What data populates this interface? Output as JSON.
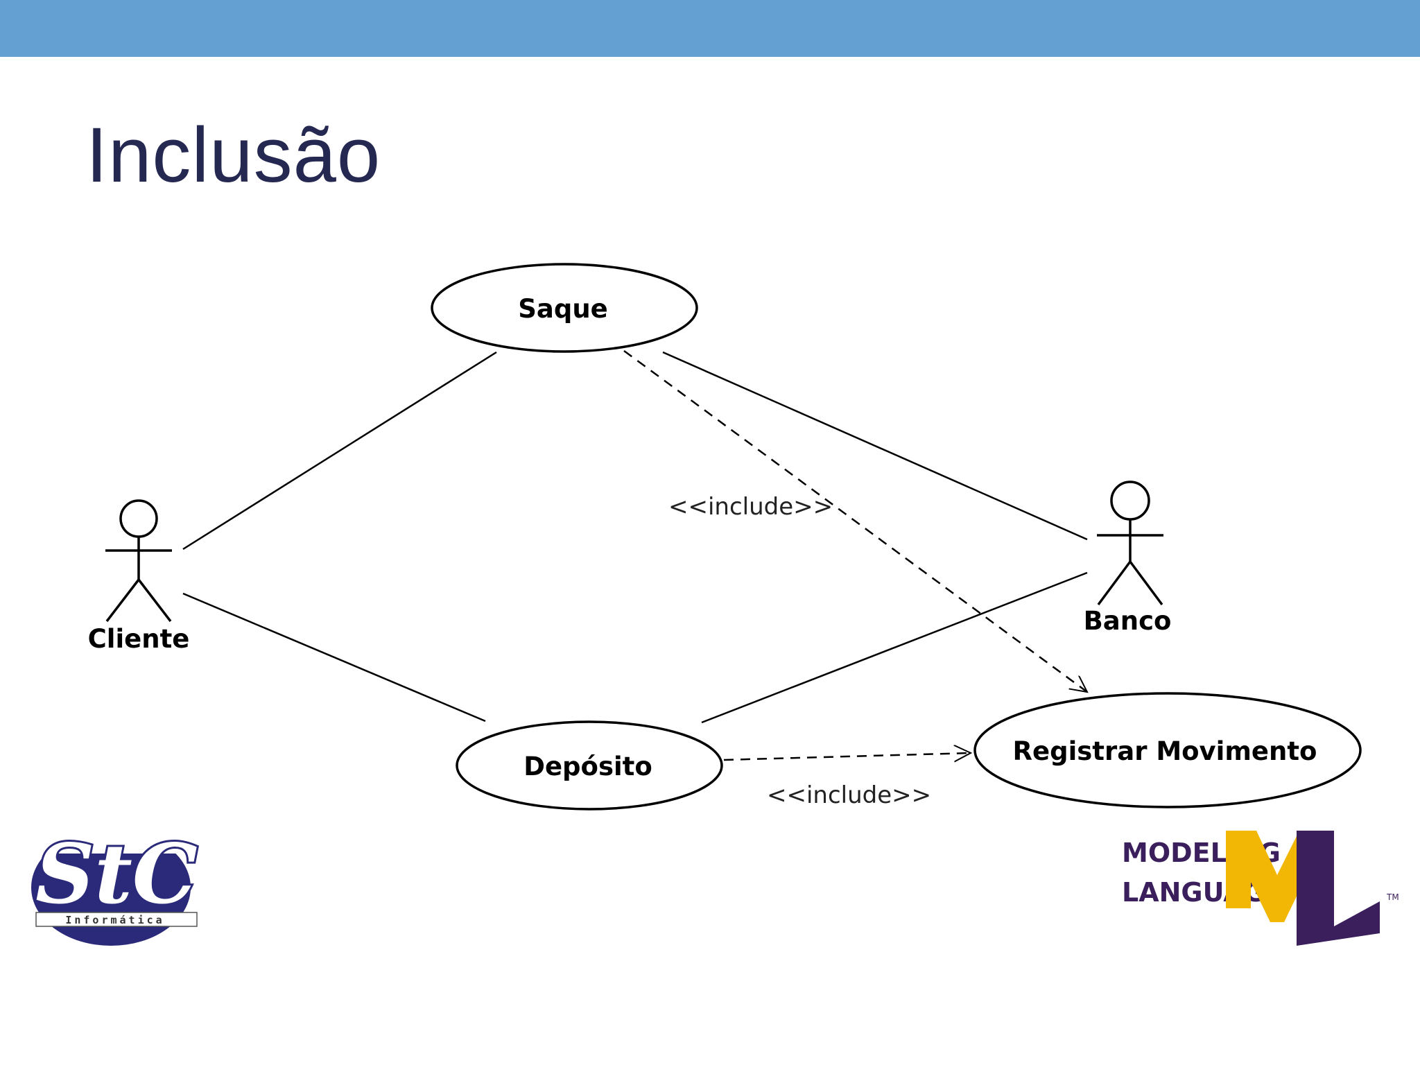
{
  "slide": {
    "title": "Inclusão",
    "accent_color": "#64a0d2",
    "title_color": "#252850"
  },
  "diagram": {
    "actors": [
      {
        "name": "Cliente"
      },
      {
        "name": "Banco"
      }
    ],
    "use_cases": [
      {
        "name": "Saque"
      },
      {
        "name": "Depósito"
      },
      {
        "name": "Registrar Movimento"
      }
    ],
    "associations": [
      {
        "actor": "Cliente",
        "use_case": "Saque"
      },
      {
        "actor": "Cliente",
        "use_case": "Depósito"
      },
      {
        "actor": "Banco",
        "use_case": "Saque"
      },
      {
        "actor": "Banco",
        "use_case": "Depósito"
      }
    ],
    "includes": [
      {
        "from": "Saque",
        "to": "Registrar Movimento",
        "label": "<<include>>"
      },
      {
        "from": "Depósito",
        "to": "Registrar Movimento",
        "label": "<<include>>"
      }
    ]
  },
  "logos": {
    "stc": {
      "letters": "StC",
      "subtext": "Informática",
      "color": "#2b2a7a"
    },
    "uml": {
      "line1": "MODELING",
      "line2": "LANGUAGE",
      "tm": "TM",
      "purple": "#3b1f5c",
      "gold": "#f2b705"
    }
  }
}
